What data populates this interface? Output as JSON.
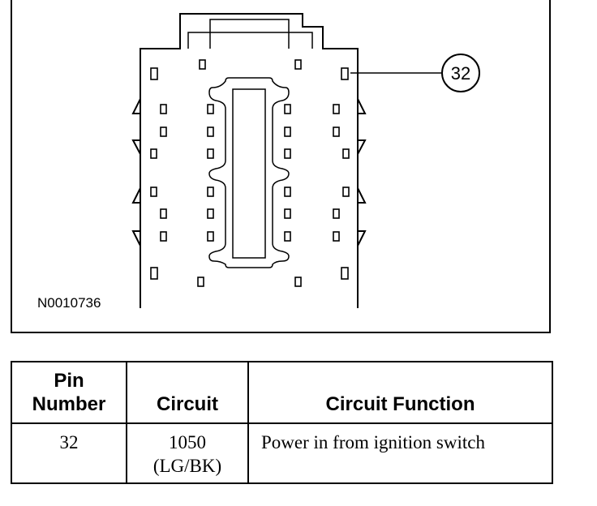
{
  "figure": {
    "id": "N0010736",
    "callout": "32"
  },
  "pin_table": {
    "headers": [
      "Pin\nNumber",
      "Circuit",
      "Circuit Function"
    ],
    "rows": [
      {
        "pin": "32",
        "circuit": "1050\n(LG/BK)",
        "function": "Power in from ignition switch"
      }
    ]
  }
}
